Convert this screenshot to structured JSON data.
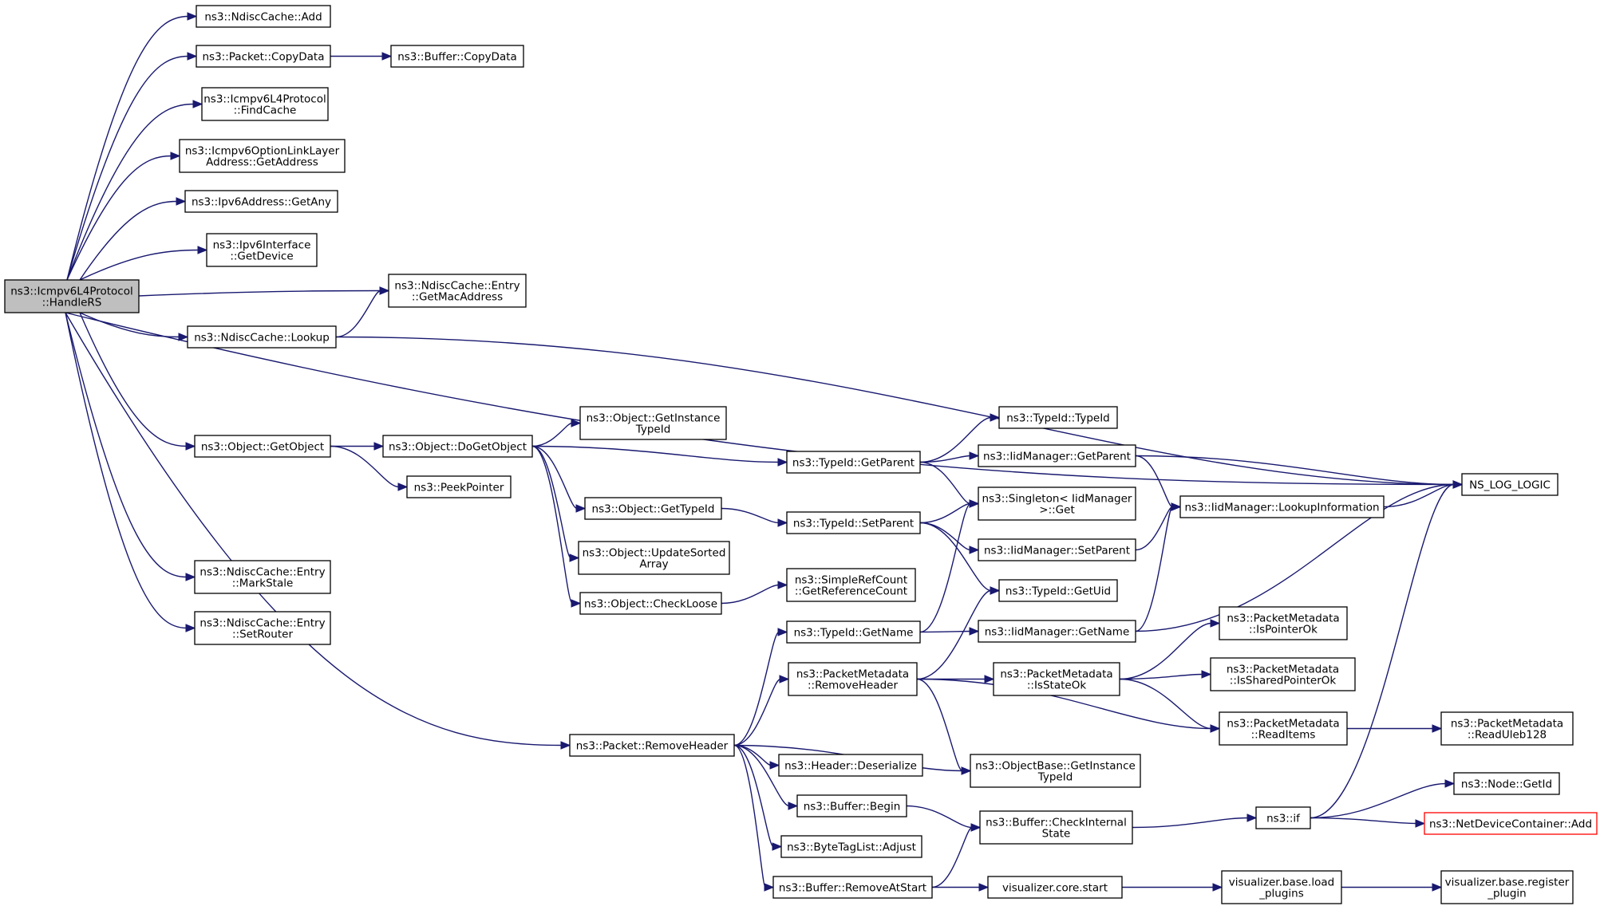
{
  "graph": {
    "nodes": [
      {
        "id": "root",
        "lines": [
          "ns3::Icmpv6L4Protocol",
          "::HandleRS"
        ],
        "style": "root"
      },
      {
        "id": "ndisc_add",
        "lines": [
          "ns3::NdiscCache::Add"
        ]
      },
      {
        "id": "pkt_copy",
        "lines": [
          "ns3::Packet::CopyData"
        ]
      },
      {
        "id": "buf_copy",
        "lines": [
          "ns3::Buffer::CopyData"
        ]
      },
      {
        "id": "findcache",
        "lines": [
          "ns3::Icmpv6L4Protocol",
          "::FindCache"
        ]
      },
      {
        "id": "optlink",
        "lines": [
          "ns3::Icmpv6OptionLinkLayer",
          "Address::GetAddress"
        ]
      },
      {
        "id": "getany",
        "lines": [
          "ns3::Ipv6Address::GetAny"
        ]
      },
      {
        "id": "getdevice",
        "lines": [
          "ns3::Ipv6Interface",
          "::GetDevice"
        ]
      },
      {
        "id": "getmac",
        "lines": [
          "ns3::NdiscCache::Entry",
          "::GetMacAddress"
        ]
      },
      {
        "id": "lookup",
        "lines": [
          "ns3::NdiscCache::Lookup"
        ]
      },
      {
        "id": "nslog",
        "lines": [
          "NS_LOG_LOGIC"
        ]
      },
      {
        "id": "getobject",
        "lines": [
          "ns3::Object::GetObject"
        ]
      },
      {
        "id": "dogetobject",
        "lines": [
          "ns3::Object::DoGetObject"
        ]
      },
      {
        "id": "getinstancetypeid",
        "lines": [
          "ns3::Object::GetInstance",
          "TypeId"
        ]
      },
      {
        "id": "peekpointer",
        "lines": [
          "ns3::PeekPointer"
        ]
      },
      {
        "id": "typeid_typeid",
        "lines": [
          "ns3::TypeId::TypeId"
        ]
      },
      {
        "id": "typeid_getparent",
        "lines": [
          "ns3::TypeId::GetParent"
        ]
      },
      {
        "id": "iid_getparent",
        "lines": [
          "ns3::IidManager::GetParent"
        ]
      },
      {
        "id": "singleton_get",
        "lines": [
          "ns3::Singleton< IidManager",
          ">::Get"
        ]
      },
      {
        "id": "iid_lookupinfo",
        "lines": [
          "ns3::IidManager::LookupInformation"
        ]
      },
      {
        "id": "obj_gettypeid",
        "lines": [
          "ns3::Object::GetTypeId"
        ]
      },
      {
        "id": "typeid_setparent",
        "lines": [
          "ns3::TypeId::SetParent"
        ]
      },
      {
        "id": "iid_setparent",
        "lines": [
          "ns3::IidManager::SetParent"
        ]
      },
      {
        "id": "updatesorted",
        "lines": [
          "ns3::Object::UpdateSorted",
          "Array"
        ]
      },
      {
        "id": "checkloose",
        "lines": [
          "ns3::Object::CheckLoose"
        ]
      },
      {
        "id": "getrefcount",
        "lines": [
          "ns3::SimpleRefCount",
          "::GetReferenceCount"
        ]
      },
      {
        "id": "typeid_getuid",
        "lines": [
          "ns3::TypeId::GetUid"
        ]
      },
      {
        "id": "markstale",
        "lines": [
          "ns3::NdiscCache::Entry",
          "::MarkStale"
        ]
      },
      {
        "id": "setrouter",
        "lines": [
          "ns3::NdiscCache::Entry",
          "::SetRouter"
        ]
      },
      {
        "id": "typeid_getname",
        "lines": [
          "ns3::TypeId::GetName"
        ]
      },
      {
        "id": "iid_getname",
        "lines": [
          "ns3::IidManager::GetName"
        ]
      },
      {
        "id": "pm_ispointerok",
        "lines": [
          "ns3::PacketMetadata",
          "::IsPointerOk"
        ]
      },
      {
        "id": "pm_removeheader",
        "lines": [
          "ns3::PacketMetadata",
          "::RemoveHeader"
        ]
      },
      {
        "id": "pm_isstateok",
        "lines": [
          "ns3::PacketMetadata",
          "::IsStateOk"
        ]
      },
      {
        "id": "pm_issharedpointerok",
        "lines": [
          "ns3::PacketMetadata",
          "::IsSharedPointerOk"
        ]
      },
      {
        "id": "pkt_removeheader",
        "lines": [
          "ns3::Packet::RemoveHeader"
        ]
      },
      {
        "id": "pm_readitems",
        "lines": [
          "ns3::PacketMetadata",
          "::ReadItems"
        ]
      },
      {
        "id": "pm_readuleb",
        "lines": [
          "ns3::PacketMetadata",
          "::ReadUleb128"
        ]
      },
      {
        "id": "header_deserialize",
        "lines": [
          "ns3::Header::Deserialize"
        ]
      },
      {
        "id": "objbase_getinstance",
        "lines": [
          "ns3::ObjectBase::GetInstance",
          "TypeId"
        ]
      },
      {
        "id": "node_getid",
        "lines": [
          "ns3::Node::GetId"
        ]
      },
      {
        "id": "buf_begin",
        "lines": [
          "ns3::Buffer::Begin"
        ]
      },
      {
        "id": "buf_checkinternal",
        "lines": [
          "ns3::Buffer::CheckInternal",
          "State"
        ]
      },
      {
        "id": "ns3_if",
        "lines": [
          "ns3::if"
        ]
      },
      {
        "id": "ndc_add",
        "lines": [
          "ns3::NetDeviceContainer::Add"
        ],
        "style": "red"
      },
      {
        "id": "bytetag_adjust",
        "lines": [
          "ns3::ByteTagList::Adjust"
        ]
      },
      {
        "id": "buf_removeatstart",
        "lines": [
          "ns3::Buffer::RemoveAtStart"
        ]
      },
      {
        "id": "viz_core_start",
        "lines": [
          "visualizer.core.start"
        ]
      },
      {
        "id": "viz_load_plugins",
        "lines": [
          "visualizer.base.load",
          "_plugins"
        ]
      },
      {
        "id": "viz_register_plugin",
        "lines": [
          "visualizer.base.register",
          "_plugin"
        ]
      }
    ],
    "edges": [
      [
        "root",
        "ndisc_add"
      ],
      [
        "root",
        "pkt_copy"
      ],
      [
        "pkt_copy",
        "buf_copy"
      ],
      [
        "root",
        "findcache"
      ],
      [
        "root",
        "optlink"
      ],
      [
        "root",
        "getany"
      ],
      [
        "root",
        "getdevice"
      ],
      [
        "root",
        "getmac"
      ],
      [
        "root",
        "lookup"
      ],
      [
        "lookup",
        "getmac"
      ],
      [
        "lookup",
        "nslog"
      ],
      [
        "root",
        "nslog"
      ],
      [
        "root",
        "getobject"
      ],
      [
        "getobject",
        "dogetobject"
      ],
      [
        "getobject",
        "peekpointer"
      ],
      [
        "dogetobject",
        "getinstancetypeid"
      ],
      [
        "dogetobject",
        "typeid_getparent"
      ],
      [
        "dogetobject",
        "obj_gettypeid"
      ],
      [
        "dogetobject",
        "updatesorted"
      ],
      [
        "dogetobject",
        "checkloose"
      ],
      [
        "typeid_getparent",
        "typeid_typeid"
      ],
      [
        "typeid_getparent",
        "iid_getparent"
      ],
      [
        "typeid_getparent",
        "singleton_get"
      ],
      [
        "iid_getparent",
        "nslog"
      ],
      [
        "iid_getparent",
        "iid_lookupinfo"
      ],
      [
        "iid_lookupinfo",
        "nslog"
      ],
      [
        "obj_gettypeid",
        "typeid_setparent"
      ],
      [
        "typeid_setparent",
        "singleton_get"
      ],
      [
        "typeid_setparent",
        "iid_setparent"
      ],
      [
        "typeid_setparent",
        "typeid_getuid"
      ],
      [
        "iid_setparent",
        "iid_lookupinfo"
      ],
      [
        "checkloose",
        "getrefcount"
      ],
      [
        "root",
        "markstale"
      ],
      [
        "root",
        "setrouter"
      ],
      [
        "root",
        "pkt_removeheader"
      ],
      [
        "typeid_getname",
        "singleton_get"
      ],
      [
        "typeid_getname",
        "iid_getname"
      ],
      [
        "iid_getname",
        "iid_lookupinfo"
      ],
      [
        "iid_getname",
        "nslog"
      ],
      [
        "pkt_removeheader",
        "typeid_getname"
      ],
      [
        "pkt_removeheader",
        "pm_removeheader"
      ],
      [
        "pkt_removeheader",
        "objbase_getinstance"
      ],
      [
        "pkt_removeheader",
        "header_deserialize"
      ],
      [
        "pkt_removeheader",
        "buf_begin"
      ],
      [
        "pkt_removeheader",
        "bytetag_adjust"
      ],
      [
        "pkt_removeheader",
        "buf_removeatstart"
      ],
      [
        "pm_removeheader",
        "typeid_getuid"
      ],
      [
        "pm_removeheader",
        "pm_isstateok"
      ],
      [
        "pm_removeheader",
        "pm_readitems"
      ],
      [
        "pm_removeheader",
        "objbase_getinstance"
      ],
      [
        "pm_isstateok",
        "pm_ispointerok"
      ],
      [
        "pm_isstateok",
        "pm_issharedpointerok"
      ],
      [
        "pm_isstateok",
        "pm_readitems"
      ],
      [
        "pm_readitems",
        "pm_readuleb"
      ],
      [
        "buf_begin",
        "buf_checkinternal"
      ],
      [
        "buf_removeatstart",
        "buf_checkinternal"
      ],
      [
        "buf_removeatstart",
        "viz_core_start"
      ],
      [
        "buf_checkinternal",
        "ns3_if"
      ],
      [
        "ns3_if",
        "nslog"
      ],
      [
        "ns3_if",
        "node_getid"
      ],
      [
        "ns3_if",
        "ndc_add"
      ],
      [
        "viz_core_start",
        "viz_load_plugins"
      ],
      [
        "viz_load_plugins",
        "viz_register_plugin"
      ]
    ]
  }
}
